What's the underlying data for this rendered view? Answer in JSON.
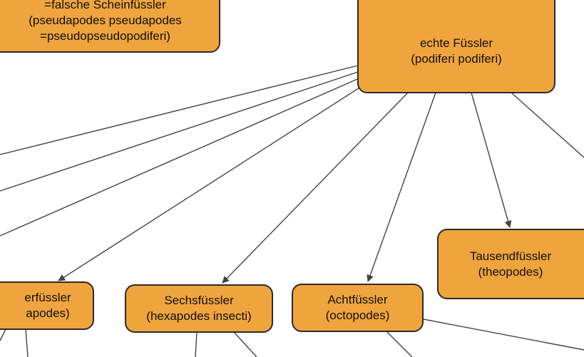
{
  "colors": {
    "node_fill": "#f0a43e",
    "node_border": "#2b2b2b",
    "edge": "#444444"
  },
  "nodes": {
    "falsche": {
      "lines": [
        "=falsche Scheinfüssler",
        "(pseudapodes pseudapodes",
        "=pseudopseudopodiferi)"
      ]
    },
    "echte": {
      "lines": [
        "echte Füssler",
        "(podiferi podiferi)"
      ]
    },
    "vier": {
      "lines": [
        "erfüssler",
        "apodes)"
      ]
    },
    "sechs": {
      "lines": [
        "Sechsfüssler",
        "(hexapodes insecti)"
      ]
    },
    "acht": {
      "lines": [
        "Achtfüssler",
        "(octopodes)"
      ]
    },
    "tausend": {
      "lines": [
        "Tausendfüssler",
        "(theopodes)"
      ]
    }
  }
}
